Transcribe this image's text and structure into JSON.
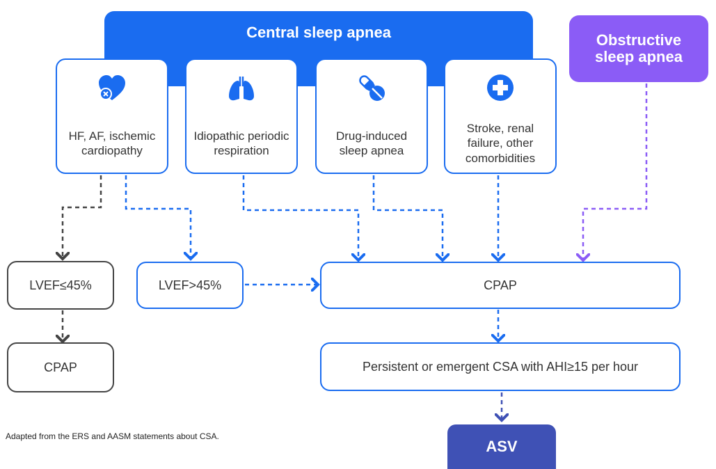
{
  "banner": {
    "title": "Central sleep apnea"
  },
  "osa": {
    "title": "Obstructive sleep apnea"
  },
  "causes": [
    {
      "label": "HF, AF, ischemic cardiopathy",
      "icon": "heart-icon"
    },
    {
      "label": "Idiopathic periodic respiration",
      "icon": "lungs-icon"
    },
    {
      "label": "Drug-induced sleep apnea",
      "icon": "pills-icon"
    },
    {
      "label": "Stroke, renal failure, other comorbidities",
      "icon": "medical-cross-icon"
    }
  ],
  "boxes": {
    "lvef_low": "LVEF≤45%",
    "lvef_high": "LVEF>45%",
    "cpap_left": "CPAP",
    "cpap_main": "CPAP",
    "persistent": "Persistent or emergent CSA with AHI≥15 per hour",
    "asv": "ASV"
  },
  "footnote": "Adapted from the ERS and AASM statements about CSA.",
  "colors": {
    "blue": "#1a6cf0",
    "purple": "#8b5cf6",
    "dark": "#444444",
    "indigo": "#3f51b5"
  }
}
